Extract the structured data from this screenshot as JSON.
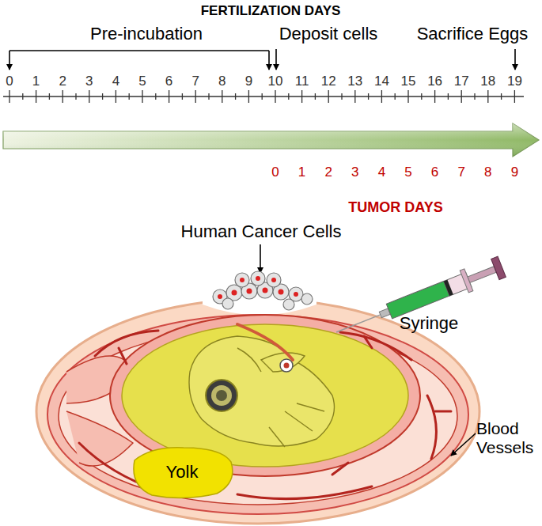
{
  "diagram": {
    "title": "FERTILIZATION DAYS",
    "nodes": [
      {
        "text": [
          "Yolk"
        ]
      }
    ],
    "labels": [
      "Pre-incubation",
      "Deposit cells",
      "Sacrifice Eggs",
      "0",
      "1",
      "2",
      "3",
      "4",
      "5",
      "6",
      "7",
      "8",
      "9",
      "10",
      "11",
      "12",
      "13",
      "14",
      "15",
      "16",
      "17",
      "18",
      "19",
      "0",
      "1",
      "2",
      "3",
      "4",
      "5",
      "6",
      "7",
      "8",
      "9",
      "TUMOR DAYS",
      "Human Cancer Cells",
      "Syringe",
      "Blood Vessels"
    ]
  }
}
